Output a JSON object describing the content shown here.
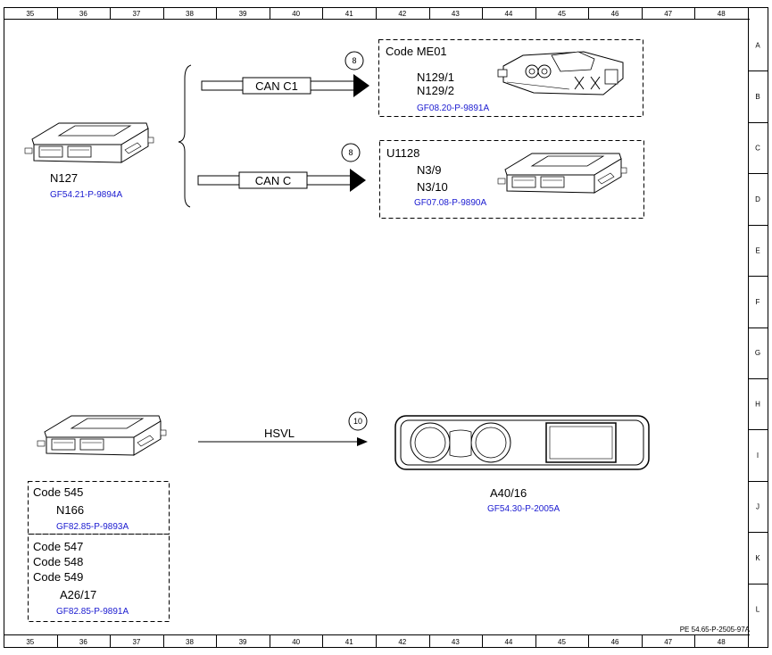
{
  "frame": {
    "columns": [
      "35",
      "36",
      "37",
      "38",
      "39",
      "40",
      "41",
      "42",
      "43",
      "44",
      "45",
      "46",
      "47",
      "48"
    ],
    "rows": [
      "A",
      "B",
      "C",
      "D",
      "E",
      "F",
      "G",
      "H",
      "I",
      "J",
      "K",
      "L"
    ],
    "doc_id": "PE 54.65-P-2505-97A"
  },
  "source": {
    "name": "N127",
    "ref": "GF54.21-P-9894A"
  },
  "buses": [
    {
      "name": "CAN C1",
      "circle": "8"
    },
    {
      "name": "CAN C",
      "circle": "8"
    },
    {
      "name": "HSVL",
      "circle": "10"
    }
  ],
  "box_me01": {
    "code": "Code ME01",
    "items": [
      "N129/1",
      "N129/2"
    ],
    "ref": "GF08.20-P-9891A"
  },
  "box_u1128": {
    "code": "U1128",
    "items": [
      "N3/9",
      "N3/10"
    ],
    "ref": "GF07.08-P-9890A"
  },
  "box_545": {
    "code": "Code 545",
    "item": "N166",
    "ref": "GF82.85-P-9893A"
  },
  "box_547": {
    "codes": [
      "Code 547",
      "Code 548",
      "Code 549"
    ],
    "item": "A26/17",
    "ref": "GF82.85-P-9891A"
  },
  "cluster": {
    "name": "A40/16",
    "ref": "GF54.30-P-2005A"
  },
  "colors": {
    "ref_link": "#1a1ad0",
    "line": "#000000"
  },
  "icons": [
    "control-unit-icon",
    "actuator-icon",
    "instrument-cluster-icon",
    "arrow-right-icon",
    "brace-icon"
  ]
}
